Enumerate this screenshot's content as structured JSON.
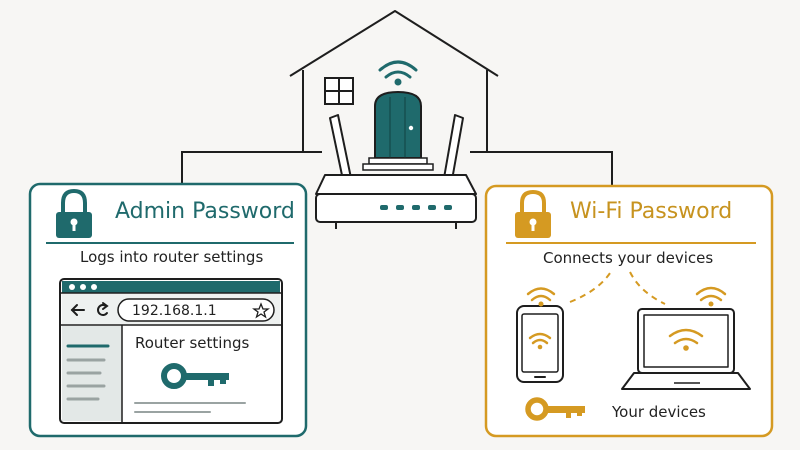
{
  "colors": {
    "admin_accent": "#1f6a6c",
    "wifi_accent": "#d59a22",
    "ink": "#1e1e1e"
  },
  "admin_panel": {
    "title": "Admin Password",
    "subtitle": "Logs into router settings",
    "browser": {
      "address": "192.168.1.1",
      "content_label": "Router settings"
    },
    "icons": [
      "lock-icon",
      "key-icon"
    ]
  },
  "wifi_panel": {
    "title": "Wi-Fi Password",
    "subtitle": "Connects your devices",
    "devices_label": "Your devices",
    "icons": [
      "lock-icon",
      "key-icon",
      "phone-icon",
      "laptop-icon",
      "wifi-icon"
    ]
  },
  "house": {
    "icons": [
      "house-icon",
      "router-icon",
      "wifi-icon",
      "door-icon"
    ]
  }
}
